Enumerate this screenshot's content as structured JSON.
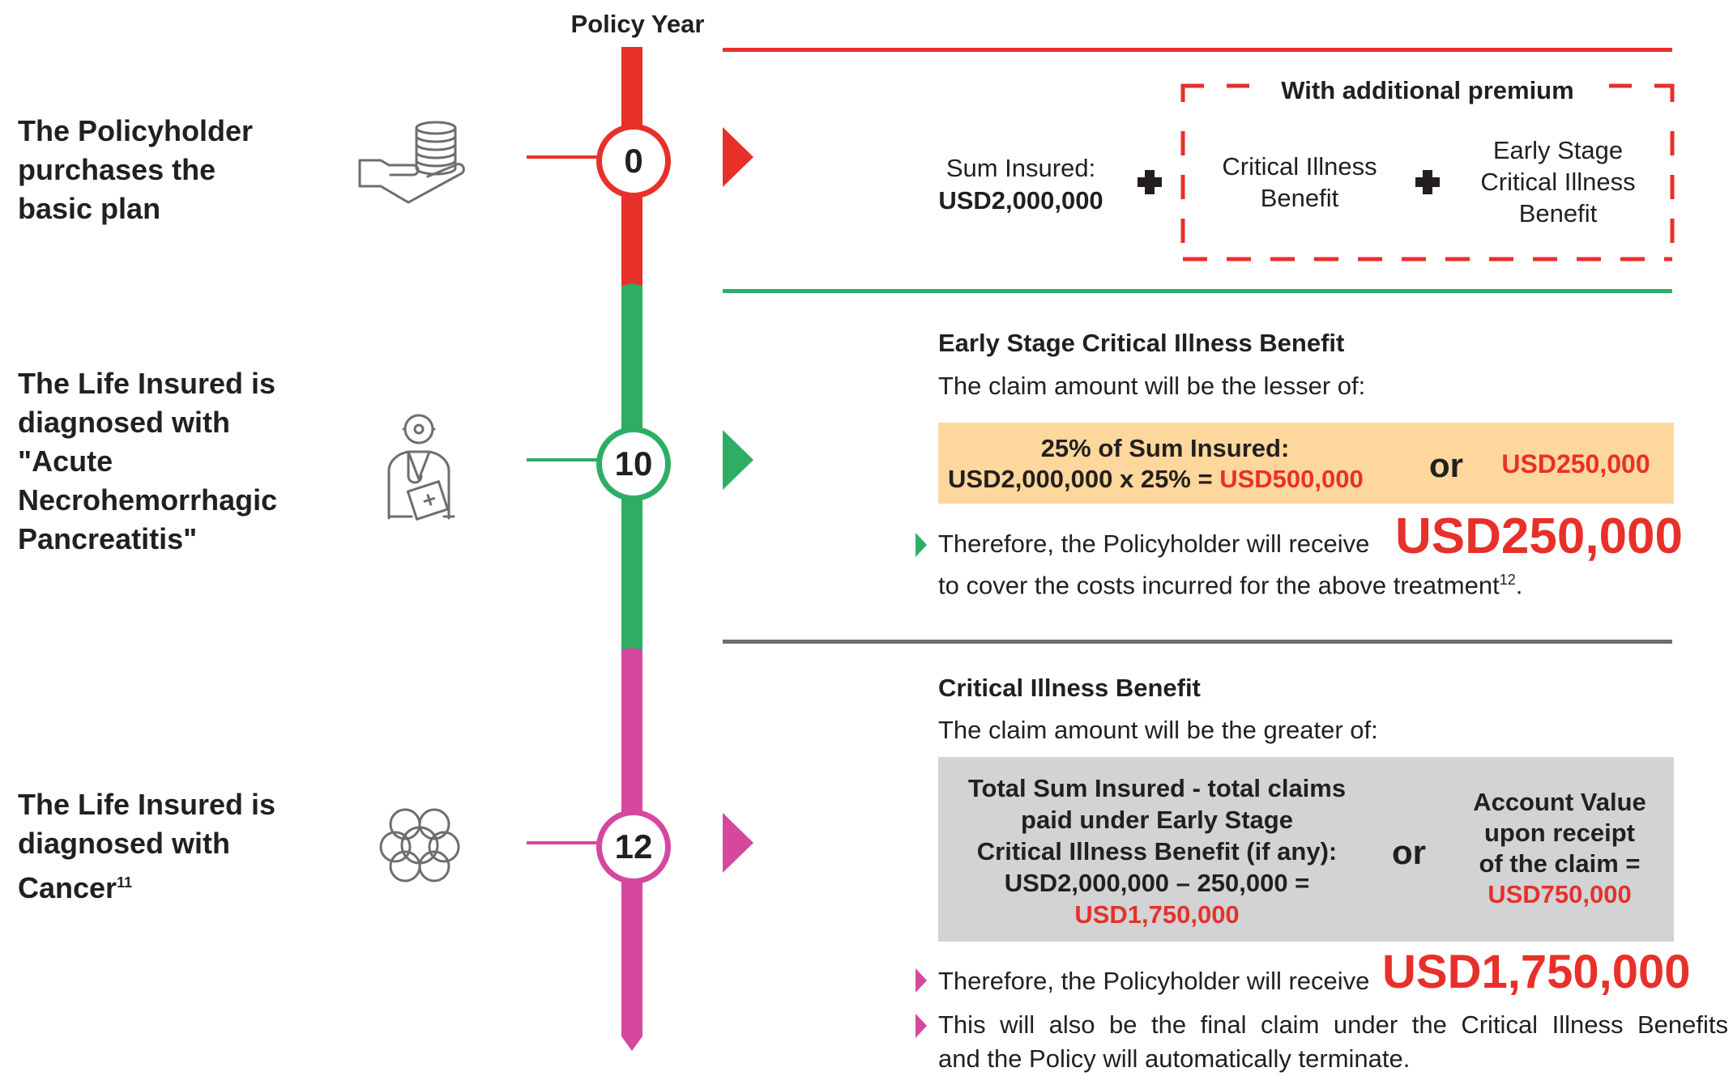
{
  "axis_title": "Policy Year",
  "colors": {
    "red": "#e8302a",
    "green": "#2eae65",
    "pink": "#d6479e",
    "grey_rule": "#6d6e71",
    "orange_box": "#fdd79b",
    "grey_box": "#d1d3d4"
  },
  "stages": [
    {
      "year": "0",
      "text": "The Policyholder purchases the basic plan",
      "icon": "hand-coins-icon"
    },
    {
      "year": "10",
      "text": "The Life Insured is diagnosed with \"Acute Necrohemorrhagic Pancreatitis\"",
      "icon": "doctor-icon"
    },
    {
      "year": "12",
      "text": "The Life Insured is diagnosed with Cancer",
      "sup": "11",
      "icon": "cells-icon"
    }
  ],
  "stage0": {
    "sum_insured_label": "Sum Insured:",
    "sum_insured_value": "USD2,000,000",
    "additional_premium_label": "With additional premium",
    "benefit_1": "Critical Illness Benefit",
    "benefit_2": "Early Stage Critical Illness Benefit"
  },
  "stage10": {
    "heading": "Early Stage Critical Illness Benefit",
    "intro": "The claim amount will be the lesser of:",
    "option_a_title": "25% of Sum Insured:",
    "option_a_calc": "USD2,000,000 x 25% =",
    "option_a_result": "USD500,000",
    "or_label": "or",
    "option_b_value": "USD250,000",
    "result_prefix": "Therefore, the Policyholder will receive",
    "result_value": "USD250,000",
    "result_suffix": "to cover the costs incurred for the above treatment",
    "result_sup": "12",
    "result_end": "."
  },
  "stage12": {
    "heading": "Critical Illness Benefit",
    "intro": "The claim amount will be the greater of:",
    "option_a_line1": "Total Sum Insured - total claims",
    "option_a_line2": "paid under Early Stage",
    "option_a_line3": "Critical Illness Benefit (if any):",
    "option_a_line4": "USD2,000,000 – 250,000 =",
    "option_a_result": "USD1,750,000",
    "or_label": "or",
    "option_b_line1": "Account Value",
    "option_b_line2": "upon receipt",
    "option_b_line3": "of the claim =",
    "option_b_result": "USD750,000",
    "result_prefix": "Therefore, the Policyholder will receive",
    "result_value": "USD1,750,000",
    "final_note_line1": "This will also be the final claim under the Critical Illness Benefits",
    "final_note_line2": "and the Policy will automatically terminate."
  }
}
